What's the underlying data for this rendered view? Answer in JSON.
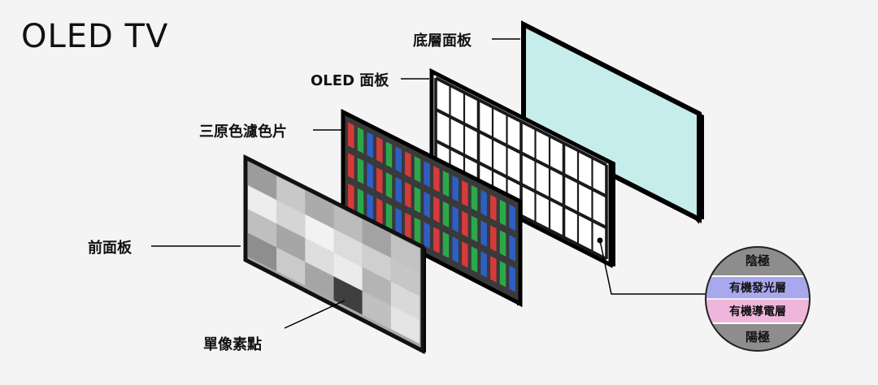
{
  "title": "OLED TV",
  "labels": {
    "back_panel": "底層面板",
    "oled_panel": "OLED 面板",
    "color_filter": "三原色濾色片",
    "front_panel": "前面板",
    "pixel": "單像素點"
  },
  "layers": {
    "cathode": "陰極",
    "organic_emissive": "有機發光層",
    "organic_conductive": "有機導電層",
    "anode": "陽極"
  },
  "colors": {
    "back_panel_fill": "#c6ecec",
    "panel_frame": "#111111",
    "filter_red": "#d63a3a",
    "filter_green": "#2ca84a",
    "filter_blue": "#2d5fc4",
    "emissive_layer": "#a9a8ee",
    "conductive_layer": "#efb6dc",
    "electrode_layer": "#8d8d8d"
  }
}
